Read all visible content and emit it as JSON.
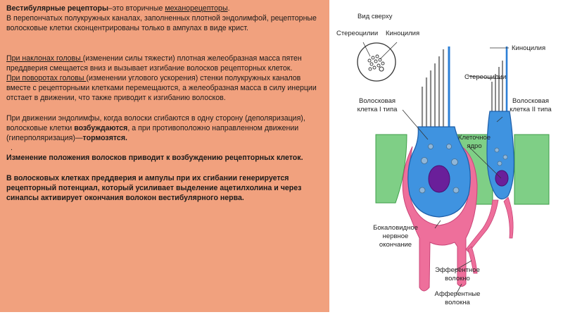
{
  "text": {
    "p1_bold": "Вестибулярные рецепторы",
    "p1_mid": "–это вторичные ",
    "p1_link": "механорецепторы",
    "p1_end": ".",
    "p2": "В перепончатых полукружных каналах, заполненных плотной эндолимфой, рецепторные волосковые клетки сконцентрированы только в ампулах в виде крист.",
    "p3_head": "При наклонах головы ",
    "p3_rest": "(изменении силы тяжести) плотная желеобразная масса пятен преддверия смещается вниз и вызывает изгибание волосков рецепторных клеток.",
    "p4_head": "При поворотах головы ",
    "p4_rest": "(изменении углового ускорения) стенки полукружных каналов вместе с рецепторными клетками перемещаются, а желеобразная масса в силу инерции отстает в движении, что также приводит к изгибанию волосков.",
    "p5_a": "При движении эндолимфы, когда волоски сгибаются в одну сторону (деполяризация), волосковые клетки ",
    "p5_b": "возбуждаются",
    "p5_c": ", а при противоположно направленном движении (гиперполяризация)—",
    "p5_d": "тормозятся.",
    "dot": ".",
    "p6": "Изменение положения волосков приводит к возбуждению рецепторных клеток.",
    "p7": "В волосковых клетках преддверия и ампулы при их сгибании генерируется рецепторный потенциал, который усиливает выделение ацетилхолина и через синапсы активирует окончания волокон вестибулярного нерва."
  },
  "figure": {
    "top_view_1": "Вид сверху",
    "top_view_2": "Стереоцилии",
    "top_view_3": "Киноцилия",
    "kinocilia": "Киноцилия",
    "stereocilia": "Стереоцилии",
    "cell1_l1": "Волосковая",
    "cell1_l2": "клетка I типа",
    "cell2_l1": "Волосковая",
    "cell2_l2": "клетка II типа",
    "nucleus_l1": "Клеточное",
    "nucleus_l2": "ядро",
    "ending_l1": "Бокаловидное",
    "ending_l2": "нервное",
    "ending_l3": "окончание",
    "efferent_l1": "Эфферентное",
    "efferent_l2": "волокно",
    "afferent_l1": "Афферентные",
    "afferent_l2": "волокна"
  },
  "colors": {
    "panel_bg": "#f1a17e",
    "support_green": "#7fcf86",
    "cell_blue": "#3f93e0",
    "nerve_pink": "#ee6f9b",
    "nucleus_purple": "#6a1f9a"
  }
}
